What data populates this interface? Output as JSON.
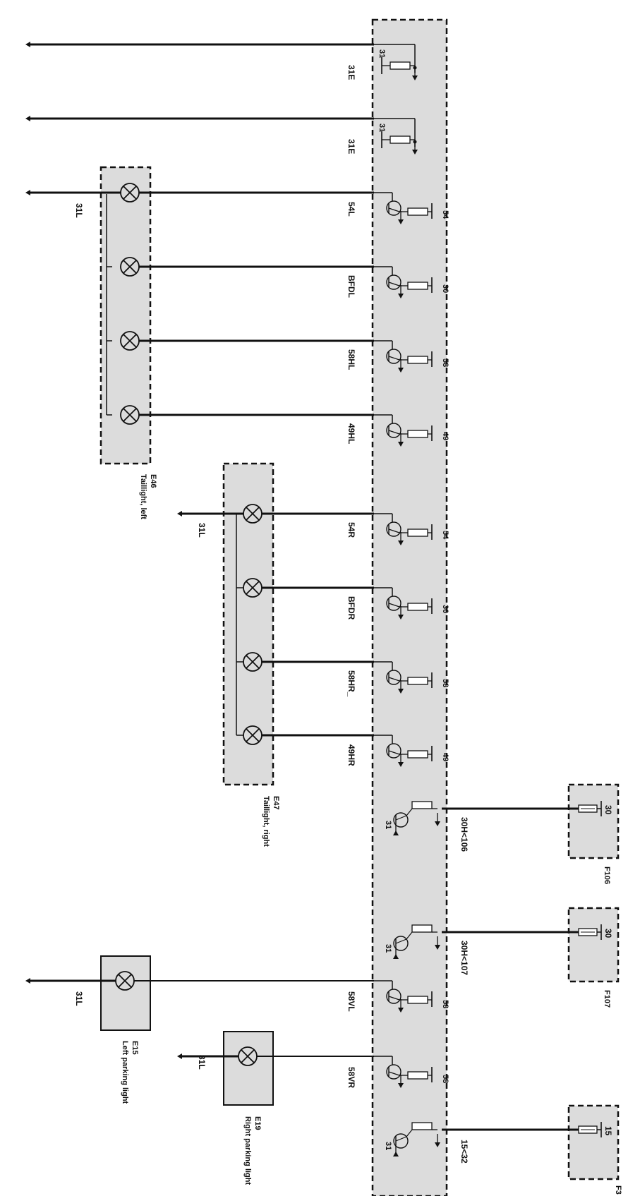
{
  "diagram": {
    "control_unit": {
      "terminals": [
        "31",
        "31",
        "54",
        "30",
        "58",
        "49",
        "54",
        "30",
        "58",
        "49",
        "58",
        "58"
      ],
      "ground_label": "31",
      "bottom_terminal": "15"
    },
    "wires": [
      {
        "label": "31E"
      },
      {
        "label": "31E"
      },
      {
        "label": "54L"
      },
      {
        "label": "BFDL"
      },
      {
        "label": "58HL"
      },
      {
        "label": "49HL"
      },
      {
        "label": "54R"
      },
      {
        "label": "BFDR"
      },
      {
        "label": "58HR_"
      },
      {
        "label": "49HR"
      },
      {
        "label": "58VL"
      },
      {
        "label": "58VR"
      }
    ],
    "supply_wires": [
      {
        "label": "30H<106"
      },
      {
        "label": "30H<107"
      },
      {
        "label": "15<32"
      }
    ],
    "components": {
      "e46": {
        "id": "E46",
        "desc": "Taillight, left",
        "ground": "31L"
      },
      "e47": {
        "id": "E47",
        "desc": "Taillight, right",
        "ground": "31L"
      },
      "e15": {
        "id": "E15",
        "desc": "Left parking light",
        "ground": "31L"
      },
      "e19": {
        "id": "E19",
        "desc": "Right parking light",
        "ground": "31L"
      },
      "f106": {
        "id": "F106",
        "terminal": "30"
      },
      "f107": {
        "id": "F107",
        "terminal": "30"
      },
      "f3": {
        "id": "F3",
        "terminal": "15"
      }
    },
    "colors": {
      "line": "#111111",
      "box_fill": "#dcdcdc"
    }
  }
}
